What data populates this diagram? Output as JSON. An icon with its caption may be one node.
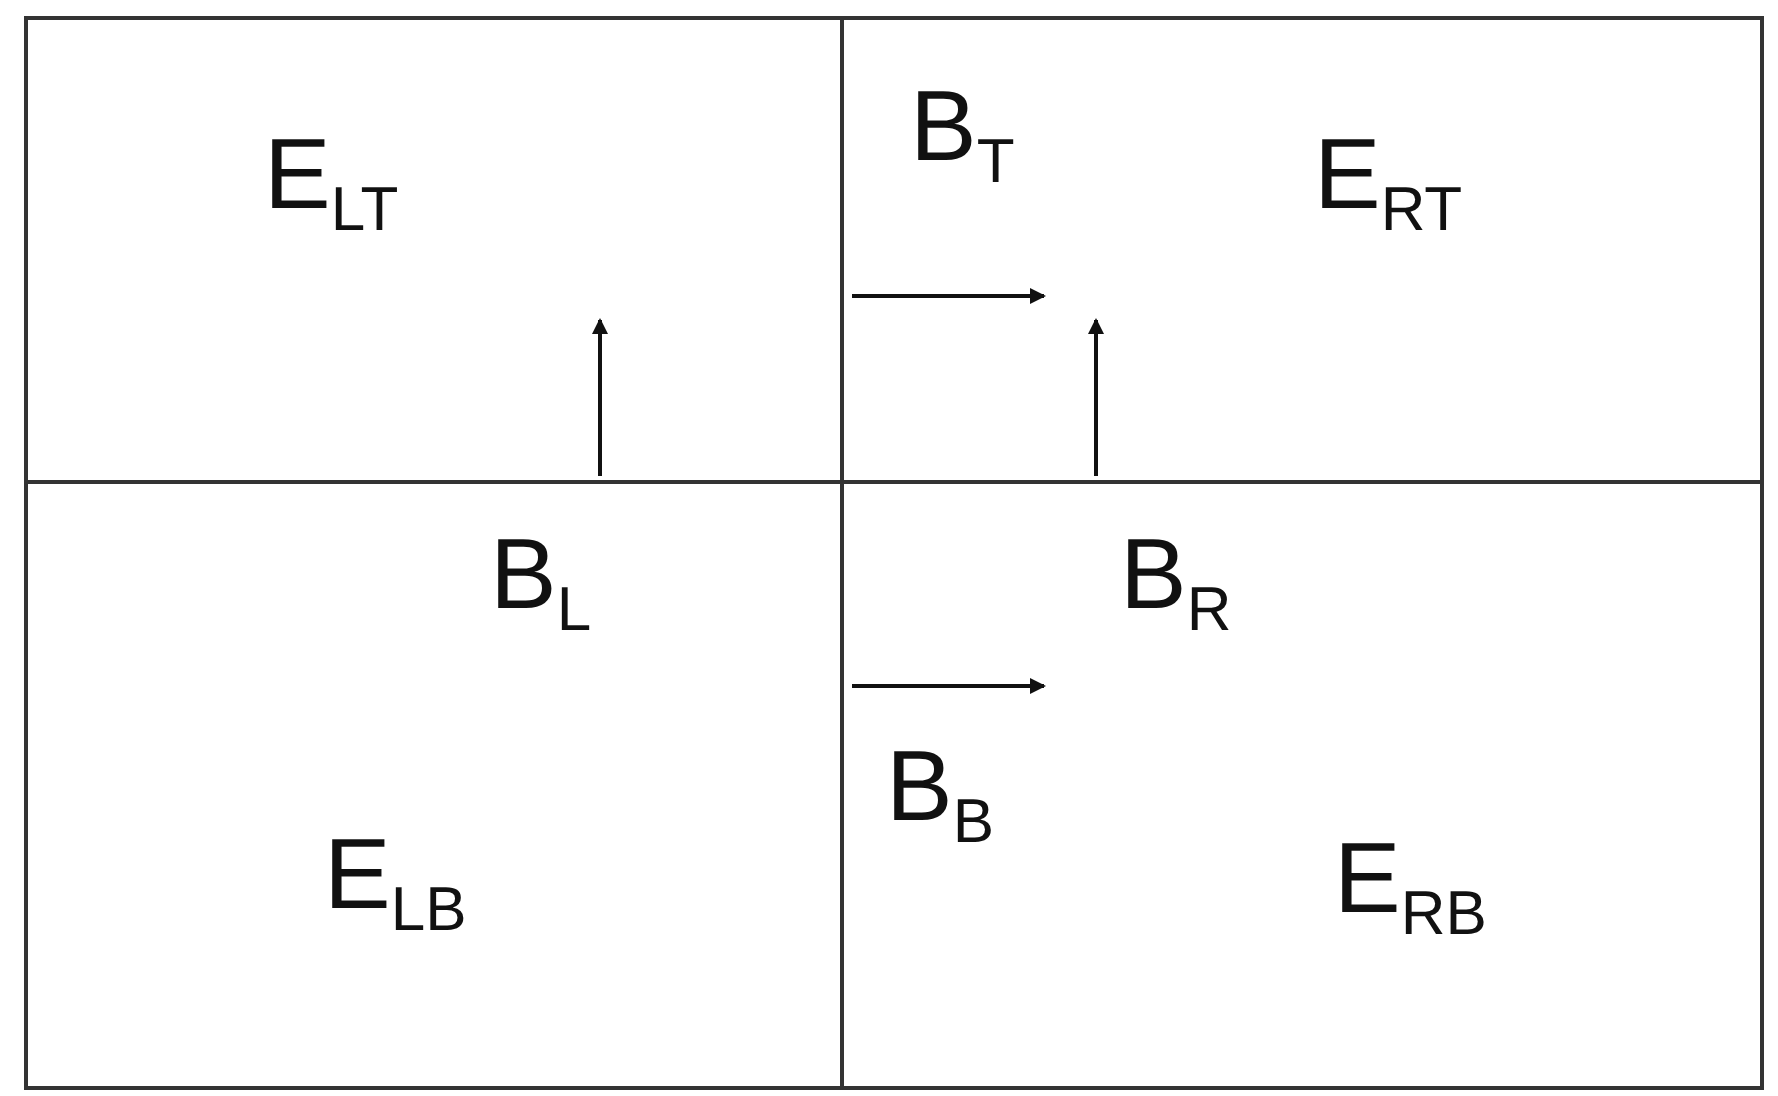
{
  "diagram": {
    "nodes": [
      {
        "text": [
          "E$_{LT}$"
        ]
      },
      {
        "text": [
          "E$_{RT}$"
        ]
      },
      {
        "text": [
          "E$_{LB}$"
        ]
      },
      {
        "text": [
          "E$_{RB}$"
        ]
      }
    ],
    "labels": [
      "B$_{T}$",
      "B$_{L}$",
      "B$_{R}$",
      "B$_{B}$"
    ]
  }
}
